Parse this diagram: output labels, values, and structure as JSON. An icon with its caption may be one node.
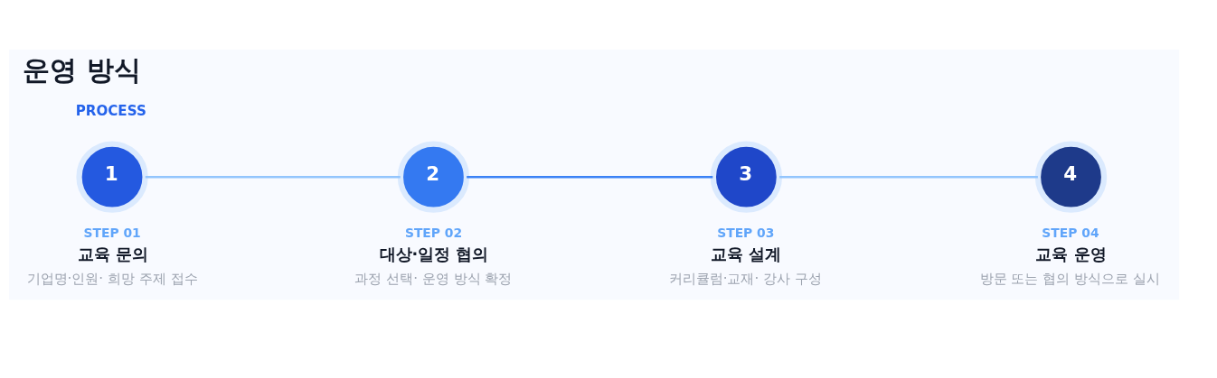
{
  "diagram": {
    "title": "운영 방식",
    "nodes": [
      {
        "text": [
          "1"
        ],
        "beside": [
          "STEP 01",
          "교육 문의",
          "기업명·인원· 희망 주제 접수"
        ]
      },
      {
        "text": [
          "2"
        ],
        "beside": [
          "STEP 02",
          "대상·일정 협의",
          "과정 선택· 운영 방식 확정"
        ]
      },
      {
        "text": [
          "3"
        ],
        "beside": [
          "STEP 03",
          "교육 설계",
          "커리큘럼·교재· 강사 구성"
        ]
      },
      {
        "text": [
          "4"
        ],
        "beside": [
          "STEP 04",
          "교육 운영",
          "방문 또는 협의 방식으로 실시"
        ]
      }
    ],
    "edges": [
      {
        "from": 0,
        "to": 1,
        "arrow": "none"
      },
      {
        "from": 1,
        "to": 2,
        "arrow": "none",
        "color": "#3b82f6"
      },
      {
        "from": 2,
        "to": 3,
        "arrow": "none"
      }
    ],
    "labels": [
      "PROCESS"
    ]
  }
}
